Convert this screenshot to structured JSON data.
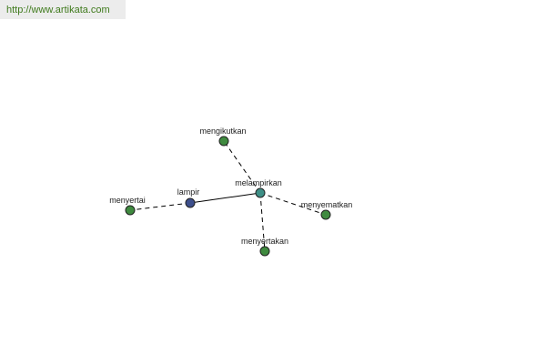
{
  "header": {
    "url": "http://www.artikata.com"
  },
  "colors": {
    "url_text": "#3f7a1c",
    "edge": "#000000",
    "node_outline": "#222222",
    "root_fill": "#3d4f8c",
    "hub_fill": "#3e8f86",
    "leaf_fill": "#3f8a3f",
    "label": "#222222"
  },
  "graph": {
    "nodes": [
      {
        "id": "lampir",
        "label": "lampir",
        "role": "root"
      },
      {
        "id": "melampirkan",
        "label": "melampirkan",
        "role": "hub"
      },
      {
        "id": "mengikutkan",
        "label": "mengikutkan",
        "role": "leaf"
      },
      {
        "id": "menyertai",
        "label": "menyertai",
        "role": "leaf"
      },
      {
        "id": "menyematkan",
        "label": "menyematkan",
        "role": "leaf"
      },
      {
        "id": "menyertakan",
        "label": "menyertakan",
        "role": "leaf"
      }
    ],
    "edges": [
      {
        "from": "lampir",
        "to": "melampirkan",
        "style": "solid"
      },
      {
        "from": "lampir",
        "to": "menyertai",
        "style": "dashed"
      },
      {
        "from": "melampirkan",
        "to": "mengikutkan",
        "style": "dashed"
      },
      {
        "from": "melampirkan",
        "to": "menyematkan",
        "style": "dashed"
      },
      {
        "from": "melampirkan",
        "to": "menyertakan",
        "style": "dashed"
      }
    ]
  }
}
